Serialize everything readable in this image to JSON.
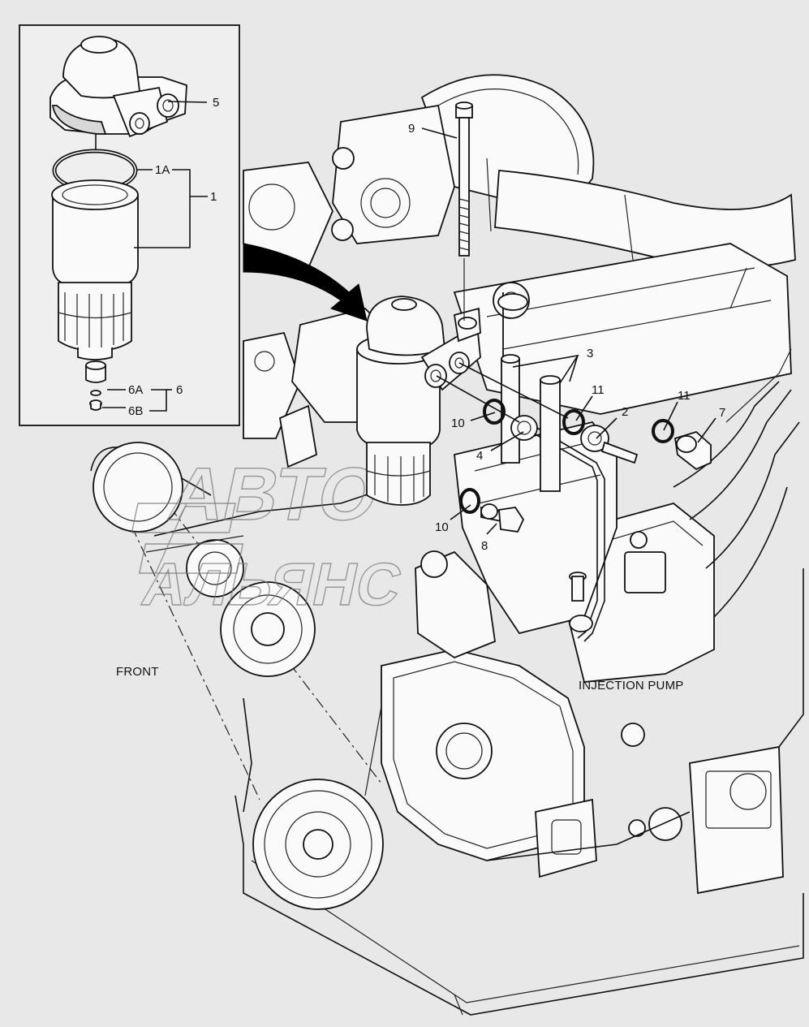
{
  "callouts": {
    "n1": "1",
    "n1a": "1A",
    "n2": "2",
    "n3": "3",
    "n4": "4",
    "n5": "5",
    "n6": "6",
    "n6a": "6A",
    "n6b": "6B",
    "n7": "7",
    "n8": "8",
    "n9": "9",
    "n10a": "10",
    "n10b": "10",
    "n11a": "11",
    "n11b": "11"
  },
  "labels": {
    "front": "FRONT",
    "injection_pump": "INJECTION PUMP"
  },
  "watermark": {
    "line1": "АВТО",
    "line2": "АЛЬЯНС"
  },
  "colors": {
    "background": "#e8e8e8",
    "ink": "#111111",
    "arrow": "#000000",
    "watermark": "#7a7a7a"
  }
}
